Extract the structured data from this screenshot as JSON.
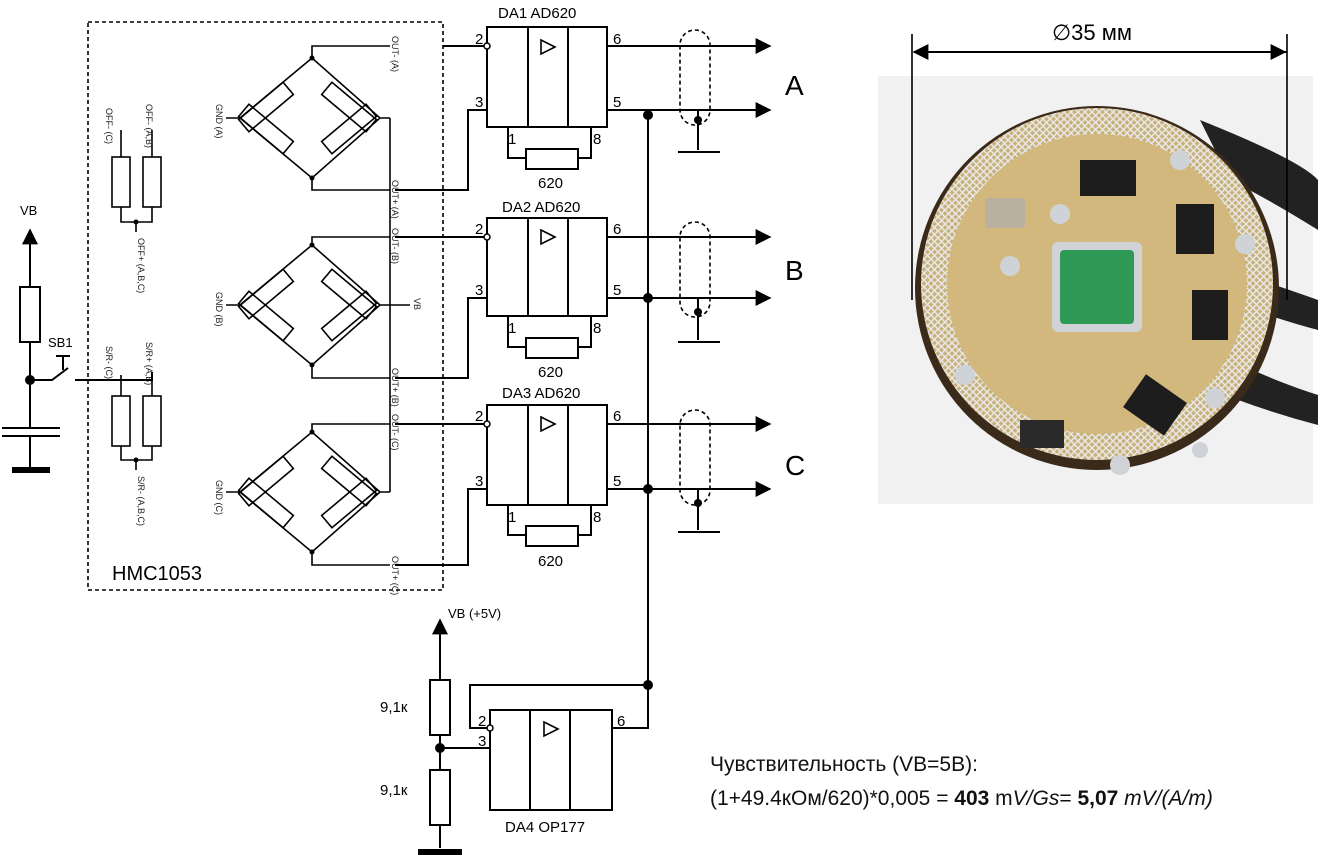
{
  "diameter_label": "∅35 мм",
  "chip_label": "HMC1053",
  "vb_label": "VB",
  "vb5_label": "VB (+5V)",
  "sb1_label": "SB1",
  "r_top_label": "9,1к",
  "r_bot_label": "9,1к",
  "amps": [
    {
      "title": "DA1 AD620",
      "pin_in_neg": "2",
      "pin_in_pos": "3",
      "pin_out": "6",
      "pin_ref": "5",
      "pin_rg1": "1",
      "pin_rg2": "8",
      "rg": "620",
      "channel": "A"
    },
    {
      "title": "DA2 AD620",
      "pin_in_neg": "2",
      "pin_in_pos": "3",
      "pin_out": "6",
      "pin_ref": "5",
      "pin_rg1": "1",
      "pin_rg2": "8",
      "rg": "620",
      "channel": "B"
    },
    {
      "title": "DA3 AD620",
      "pin_in_neg": "2",
      "pin_in_pos": "3",
      "pin_out": "6",
      "pin_ref": "5",
      "pin_rg1": "1",
      "pin_rg2": "8",
      "rg": "620",
      "channel": "C"
    }
  ],
  "opamp": {
    "title": "DA4 OP177",
    "pin_a": "2",
    "pin_b": "3",
    "pin_out": "6"
  },
  "bridges": [
    {
      "gnd": "GND (A)",
      "out_neg": "OUT- (A)",
      "out_pos": "OUT+ (A)"
    },
    {
      "gnd": "GND (B)",
      "out_neg": "OUT- (B)",
      "out_pos": "OUT+ (B)",
      "vb": "VB"
    },
    {
      "gnd": "GND (C)",
      "out_neg": "OUT- (C)",
      "out_pos": "OUT+ (C)"
    }
  ],
  "coils": {
    "off_a": "OFF- (C)",
    "off_b": "OFF- (A,B)",
    "off_plus": "OFF+ (A,B,C)",
    "sr_a": "S/R- (C)",
    "sr_b": "S/R+ (A,B)",
    "sr_minus": "S/R- (A,B,C)"
  },
  "sensitivity": {
    "line1": "Чувствительность (VB=5В):",
    "line2_prefix": "(1+49.4кОм/620)*0,005 = ",
    "value1": "403",
    "unit1a": " m",
    "unit1b": "V/Gs",
    "eq": "= ",
    "value2": "5,07",
    "unit2": " mV/(A/m)"
  },
  "photo": {
    "board": "#d9c08a",
    "tin": "#cfd3d8",
    "chip": "#2f9a55",
    "ic": "#1d1d1d",
    "bg": "#f2f2f2"
  }
}
